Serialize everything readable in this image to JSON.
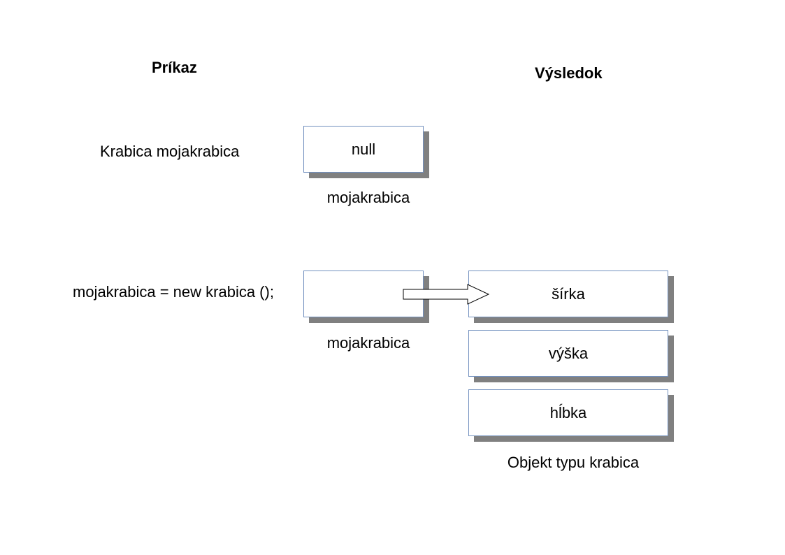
{
  "headers": {
    "command": "Príkaz",
    "result": "Výsledok"
  },
  "row1": {
    "command": "Krabica mojakrabica",
    "box_value": "null",
    "box_caption": "mojakrabica"
  },
  "row2": {
    "command": "mojakrabica = new krabica ();",
    "box_value": "",
    "box_caption": "mojakrabica",
    "object_fields": [
      "šírka",
      "výška",
      "hĺbka"
    ],
    "object_caption": "Objekt typu krabica"
  },
  "colors": {
    "box_border": "#7391bf",
    "box_shadow": "#808080"
  }
}
